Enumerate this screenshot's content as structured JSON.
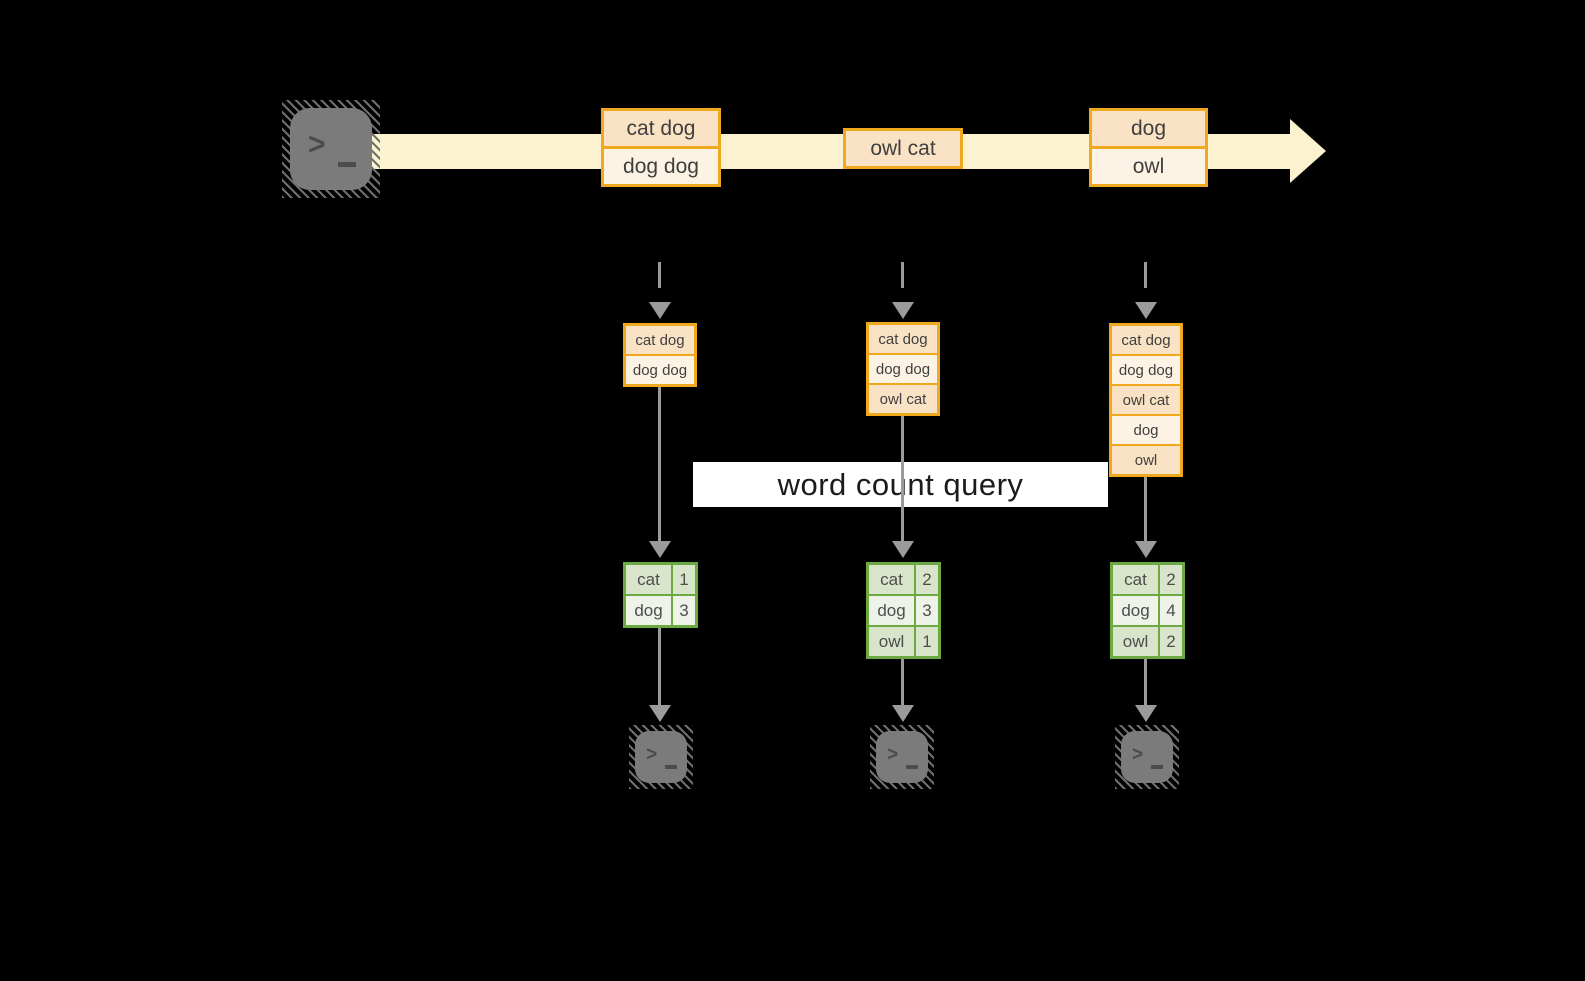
{
  "query_label": "word count query",
  "icons": {
    "source_terminal": "terminal-icon",
    "sink_terminal": "terminal-icon",
    "prompt_chevron": ">"
  },
  "colors": {
    "background": "#000000",
    "stream_band": "#FCF2CF",
    "record_border": "#F0A81E",
    "record_fill_peach": "#FAE2C4",
    "record_fill_cream": "#FDF3E4",
    "table_border": "#6CAA41",
    "table_cell_sage": "#D9E5CA",
    "table_cell_light": "#EEF3E9",
    "arrow_gray": "#9B9B9B",
    "terminal_gray": "#7B7B7B"
  },
  "stream": {
    "batches": [
      {
        "rows": [
          "cat dog",
          "dog dog"
        ]
      },
      {
        "rows": [
          "owl cat"
        ]
      },
      {
        "rows": [
          "dog",
          "owl"
        ]
      }
    ]
  },
  "columns": [
    {
      "state": [
        "cat dog",
        "dog dog"
      ],
      "counts": [
        {
          "word": "cat",
          "count": "1"
        },
        {
          "word": "dog",
          "count": "3"
        }
      ]
    },
    {
      "state": [
        "cat dog",
        "dog dog",
        "owl cat"
      ],
      "counts": [
        {
          "word": "cat",
          "count": "2"
        },
        {
          "word": "dog",
          "count": "3"
        },
        {
          "word": "owl",
          "count": "1"
        }
      ]
    },
    {
      "state": [
        "cat dog",
        "dog dog",
        "owl cat",
        "dog",
        "owl"
      ],
      "counts": [
        {
          "word": "cat",
          "count": "2"
        },
        {
          "word": "dog",
          "count": "4"
        },
        {
          "word": "owl",
          "count": "2"
        }
      ]
    }
  ]
}
